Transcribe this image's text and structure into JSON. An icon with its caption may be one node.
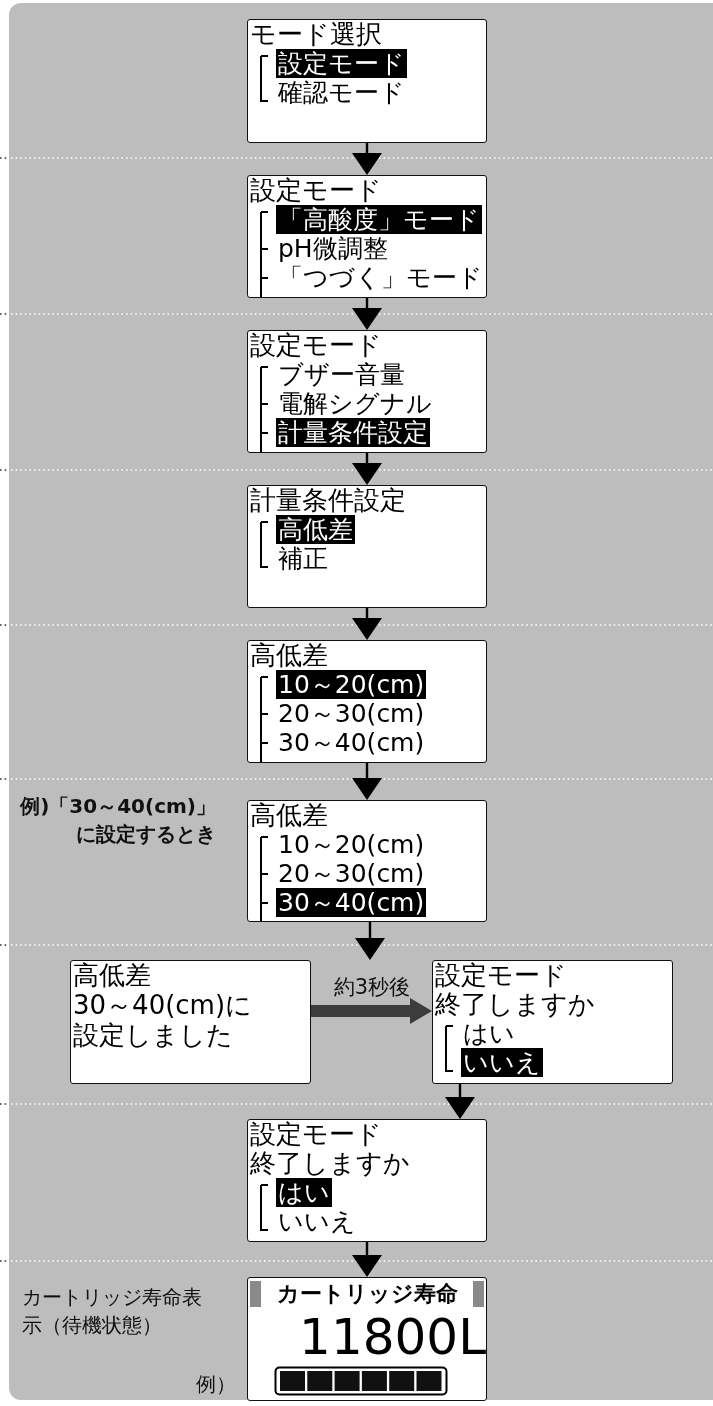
{
  "diagram": {
    "nodes": [
      {
        "text": [
          "モード選択",
          "設定モード",
          "確認モード"
        ]
      },
      {
        "text": [
          "設定モード",
          "「高酸度」モード",
          "pH微調整",
          "「つづく」モード"
        ]
      },
      {
        "text": [
          "設定モード",
          "ブザー音量",
          "電解シグナル",
          "計量条件設定"
        ]
      },
      {
        "text": [
          "計量条件設定",
          "高低差",
          "補正"
        ]
      },
      {
        "text": [
          "高低差",
          "10～20(cm)",
          "20～30(cm)",
          "30～40(cm)"
        ]
      },
      {
        "text": [
          "高低差",
          "10～20(cm)",
          "20～30(cm)",
          "30～40(cm)"
        ],
        "beside": [
          "例)「30～40(cm)」に設定するとき"
        ]
      },
      {
        "text": [
          "高低差",
          "30～40(cm)に設定しました"
        ]
      },
      {
        "text": [
          "設定モード",
          "終了しますか",
          "はい",
          "いいえ"
        ]
      },
      {
        "text": [
          "設定モード",
          "終了しますか",
          "はい",
          "いいえ"
        ]
      },
      {
        "text": [
          "カートリッジ寿命",
          "11800L"
        ],
        "beside": [
          "カートリッジ寿命表示（待機状態）",
          "例）"
        ]
      }
    ],
    "edges": [
      {
        "from": 0,
        "to": 1,
        "arrow": "to"
      },
      {
        "from": 1,
        "to": 2,
        "arrow": "to"
      },
      {
        "from": 2,
        "to": 3,
        "arrow": "to"
      },
      {
        "from": 3,
        "to": 4,
        "arrow": "to"
      },
      {
        "from": 4,
        "to": 5,
        "arrow": "to"
      },
      {
        "from": 5,
        "to": 6,
        "arrow": "to"
      },
      {
        "from": 6,
        "to": 7,
        "arrow": "to",
        "label": "約3秒後",
        "style": "thick",
        "color": "#3c3c3c"
      },
      {
        "from": 7,
        "to": 8,
        "arrow": "to"
      },
      {
        "from": 8,
        "to": 9,
        "arrow": "to"
      }
    ]
  }
}
